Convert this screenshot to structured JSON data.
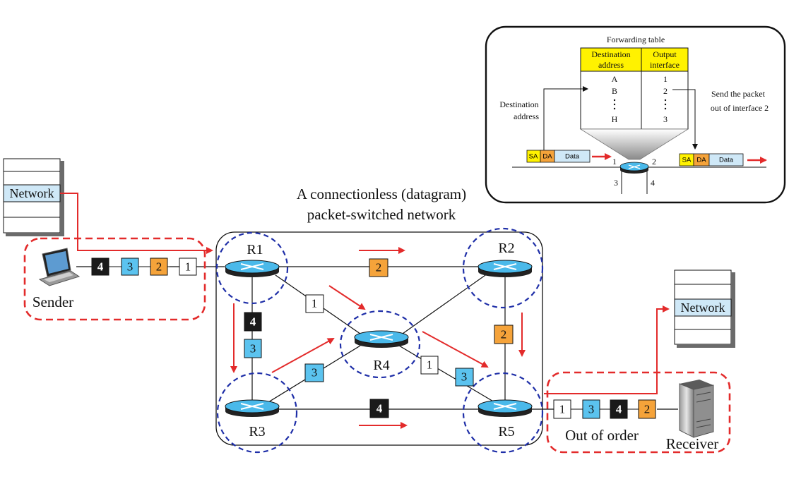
{
  "title": {
    "line1": "A connectionless (datagram)",
    "line2": "packet-switched network"
  },
  "sender": {
    "label": "Sender",
    "stack_label": "Network"
  },
  "receiver": {
    "label": "Receiver",
    "stack_label": "Network",
    "order_label": "Out of order"
  },
  "routers": {
    "r1": "R1",
    "r2": "R2",
    "r3": "R3",
    "r4": "R4",
    "r5": "R5"
  },
  "packets": {
    "sender_queue": [
      "4",
      "3",
      "2",
      "1"
    ],
    "r1_r2": "2",
    "r1_r4": "1",
    "r1_r3_a": "4",
    "r1_r3_b": "3",
    "r3_r4": "3",
    "r4_r5_a": "1",
    "r4_r5_b": "3",
    "r2_r5": "2",
    "r3_r5": "4",
    "receiver_queue": [
      "1",
      "3",
      "4",
      "2"
    ]
  },
  "inset": {
    "table_title": "Forwarding table",
    "col1_header_line1": "Destination",
    "col1_header_line2": "address",
    "col2_header_line1": "Output",
    "col2_header_line2": "interface",
    "rows": [
      {
        "dest": "A",
        "iface": "1"
      },
      {
        "dest": "B",
        "iface": "2"
      },
      {
        "dest": "H",
        "iface": "3"
      }
    ],
    "left_note_line1": "Destination",
    "left_note_line2": "address",
    "right_note_line1": "Send the packet",
    "right_note_line2": "out of interface 2",
    "packet_sa": "SA",
    "packet_da": "DA",
    "packet_data": "Data",
    "iface_labels": [
      "1",
      "2",
      "3",
      "4"
    ]
  },
  "colors": {
    "accent_red": "#e32b2b",
    "dashed_blue": "#1f2fa8",
    "packet_white": "#ffffff",
    "packet_blue": "#5bc3ef",
    "packet_orange": "#f5a33a",
    "packet_black": "#1a1a1a",
    "header_yellow": "#fff200",
    "network_layer": "#cfe8f7",
    "router_top": "#4ab9ea"
  },
  "icons": {
    "router": "router-icon",
    "laptop": "laptop-icon",
    "server": "server-icon"
  }
}
